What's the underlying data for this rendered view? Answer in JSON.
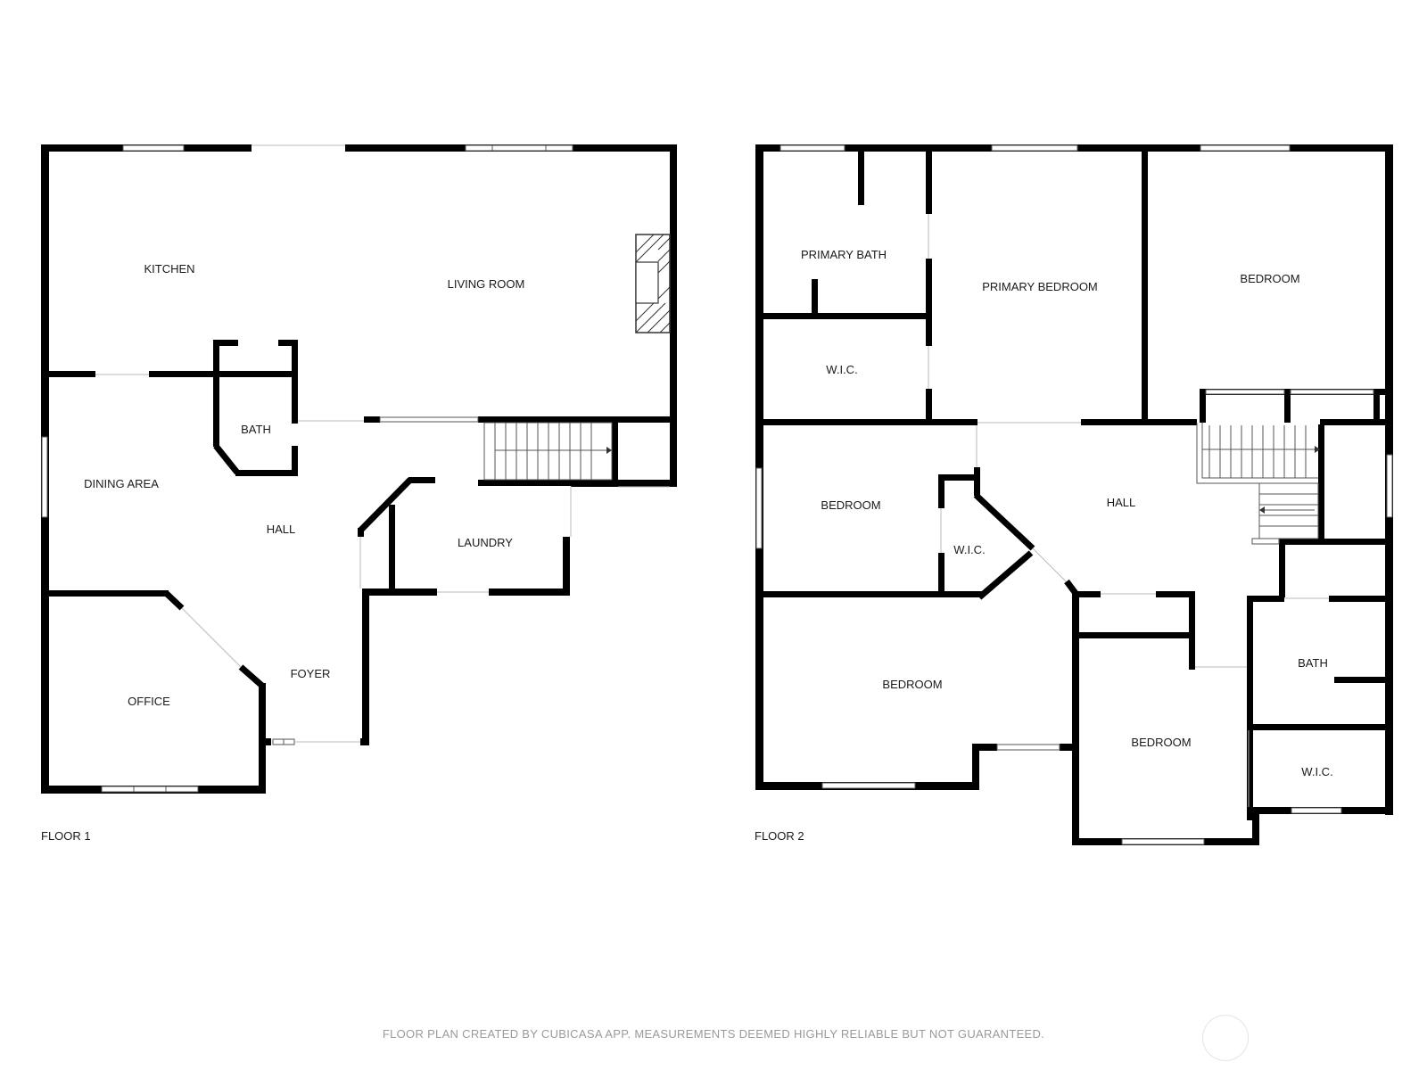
{
  "floor1": {
    "label": "FLOOR 1",
    "rooms": {
      "kitchen": "KITCHEN",
      "living_room": "LIVING ROOM",
      "bath": "BATH",
      "dining_area": "DINING AREA",
      "hall": "HALL",
      "laundry": "LAUNDRY",
      "foyer": "FOYER",
      "office": "OFFICE"
    }
  },
  "floor2": {
    "label": "FLOOR 2",
    "rooms": {
      "primary_bath": "PRIMARY BATH",
      "primary_bedroom": "PRIMARY BEDROOM",
      "bedroom_ne": "BEDROOM",
      "wic_primary": "W.I.C.",
      "bedroom_w": "BEDROOM",
      "wic_mid": "W.I.C.",
      "hall": "HALL",
      "bedroom_sw": "BEDROOM",
      "bath": "BATH",
      "bedroom_s": "BEDROOM",
      "wic_se": "W.I.C."
    }
  },
  "footer": {
    "disclaimer": "FLOOR PLAN CREATED BY CUBICASA APP. MEASUREMENTS DEEMED HIGHLY RELIABLE BUT NOT GUARANTEED."
  }
}
